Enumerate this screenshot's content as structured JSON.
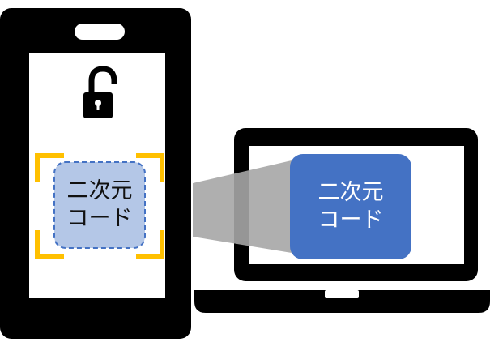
{
  "diagram": {
    "phone": {
      "icon": "unlocked-padlock-icon",
      "scan_target": {
        "line1": "二次元",
        "line2": "コード"
      }
    },
    "laptop": {
      "screen_code": {
        "line1": "二次元",
        "line2": "コード"
      }
    },
    "colors": {
      "device_body": "#000000",
      "screen": "#ffffff",
      "scanner_corners": "#ffc000",
      "phone_code_fill": "#b4c7e7",
      "phone_code_border": "#4472c4",
      "laptop_code_fill": "#4472c4",
      "scan_beam": "#a6a6a6"
    }
  }
}
